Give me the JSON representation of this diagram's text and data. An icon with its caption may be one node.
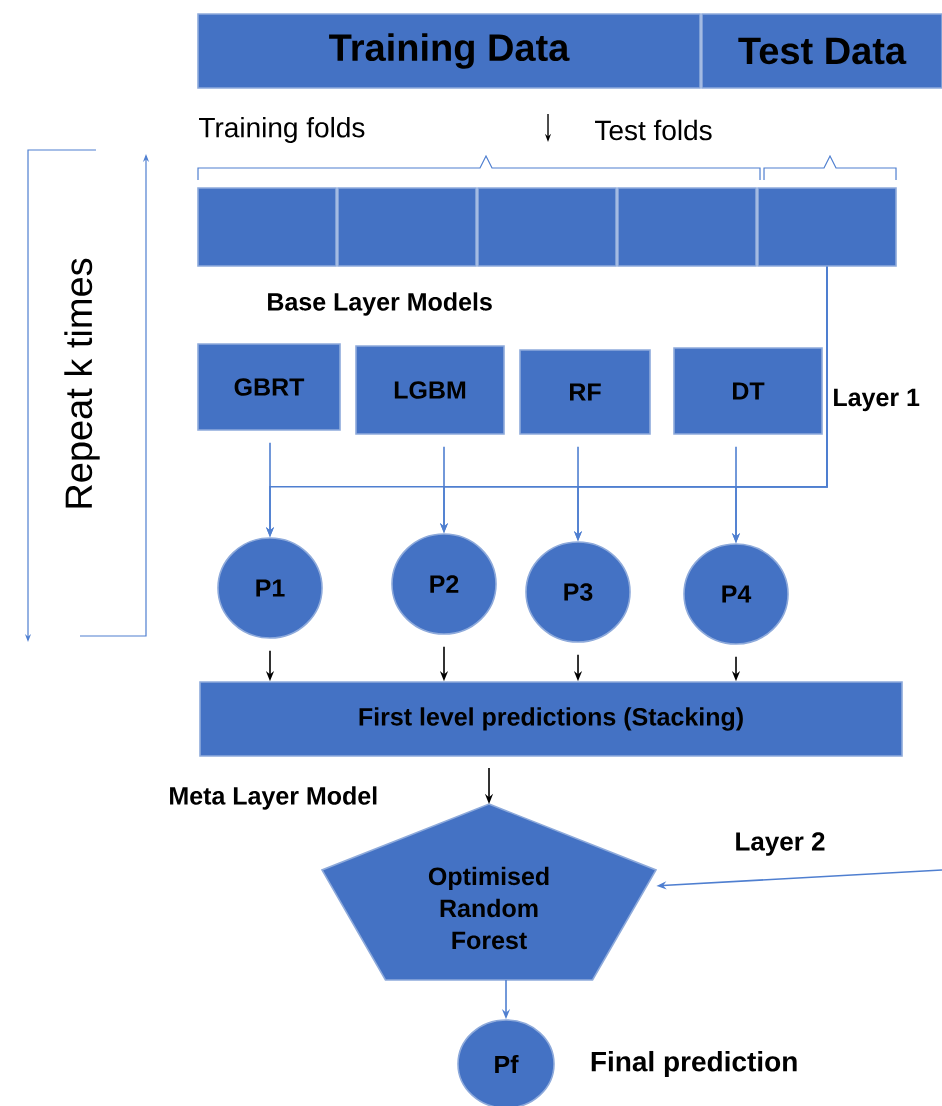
{
  "diagram": {
    "nodes": [
      {
        "text": [
          "Training Data"
        ]
      },
      {
        "text": [
          "Test Data"
        ]
      },
      {
        "text": [],
        "shape": "box"
      },
      {
        "text": [],
        "shape": "box"
      },
      {
        "text": [],
        "shape": "box"
      },
      {
        "text": [],
        "shape": "box"
      },
      {
        "text": [],
        "shape": "box"
      },
      {
        "text": [
          "GBRT"
        ]
      },
      {
        "text": [
          "LGBM"
        ]
      },
      {
        "text": [
          "RF"
        ]
      },
      {
        "text": [
          "DT"
        ]
      },
      {
        "text": [
          "P1"
        ]
      },
      {
        "text": [
          "P2"
        ]
      },
      {
        "text": [
          "P3"
        ]
      },
      {
        "text": [
          "P4"
        ]
      },
      {
        "text": [
          "First level predictions (Stacking)"
        ]
      },
      {
        "text": [
          "Optimised Random Forest"
        ]
      },
      {
        "text": [
          "Pf"
        ],
        "beside": [
          "Final prediction"
        ]
      }
    ],
    "edges": [
      {
        "from": 7,
        "to": 11,
        "arrow": "to"
      },
      {
        "from": 8,
        "to": 12,
        "arrow": "to"
      },
      {
        "from": 9,
        "to": 13,
        "arrow": "to"
      },
      {
        "from": 10,
        "to": 14,
        "arrow": "to"
      },
      {
        "from": 6,
        "to": 11,
        "arrow": "to"
      },
      {
        "from": 6,
        "to": 12,
        "arrow": "to"
      },
      {
        "from": 6,
        "to": 13,
        "arrow": "to"
      },
      {
        "from": 6,
        "to": 14,
        "arrow": "to"
      },
      {
        "from": 11,
        "to": 15,
        "arrow": "to",
        "color": "#000000"
      },
      {
        "from": 12,
        "to": 15,
        "arrow": "to",
        "color": "#000000"
      },
      {
        "from": 13,
        "to": 15,
        "arrow": "to",
        "color": "#000000"
      },
      {
        "from": 14,
        "to": 15,
        "arrow": "to",
        "color": "#000000"
      },
      {
        "from": 15,
        "to": 16,
        "arrow": "to",
        "color": "#000000"
      },
      {
        "from": 16,
        "to": 17,
        "arrow": "to"
      },
      {
        "from": null,
        "to": 16,
        "arrow": "to",
        "label": "Layer 2"
      }
    ],
    "labels": [
      "Training folds",
      "Test folds",
      "Base Layer Models",
      "Layer 1",
      "Repeat k times",
      "Meta Layer Model"
    ]
  }
}
